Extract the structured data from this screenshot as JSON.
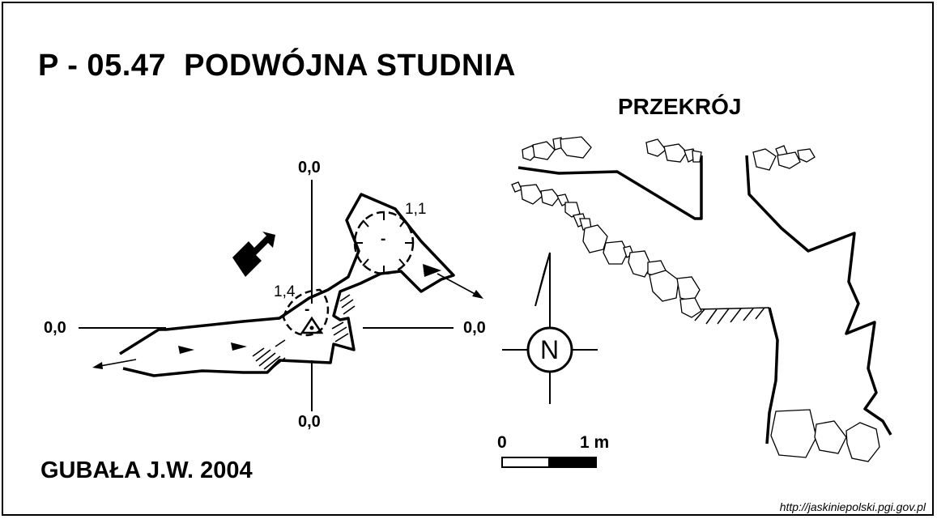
{
  "title": "P - 05.47  PODWÓJNA STUDNIA",
  "section_title": "PRZEKRÓJ",
  "author": "GUBAŁA J.W. 2004",
  "source_url": "http://jaskiniepolski.pgi.gov.pl",
  "plan": {
    "axis_labels": {
      "top": "0,0",
      "left": "0,0",
      "right": "0,0",
      "bottom": "0,0"
    },
    "depth_labels": {
      "upper_well": "1,1",
      "lower_well": "1,4"
    },
    "well_sign": "-"
  },
  "compass": {
    "letter": "N"
  },
  "scale_bar": {
    "start_label": "0",
    "end_label": "1 m"
  }
}
